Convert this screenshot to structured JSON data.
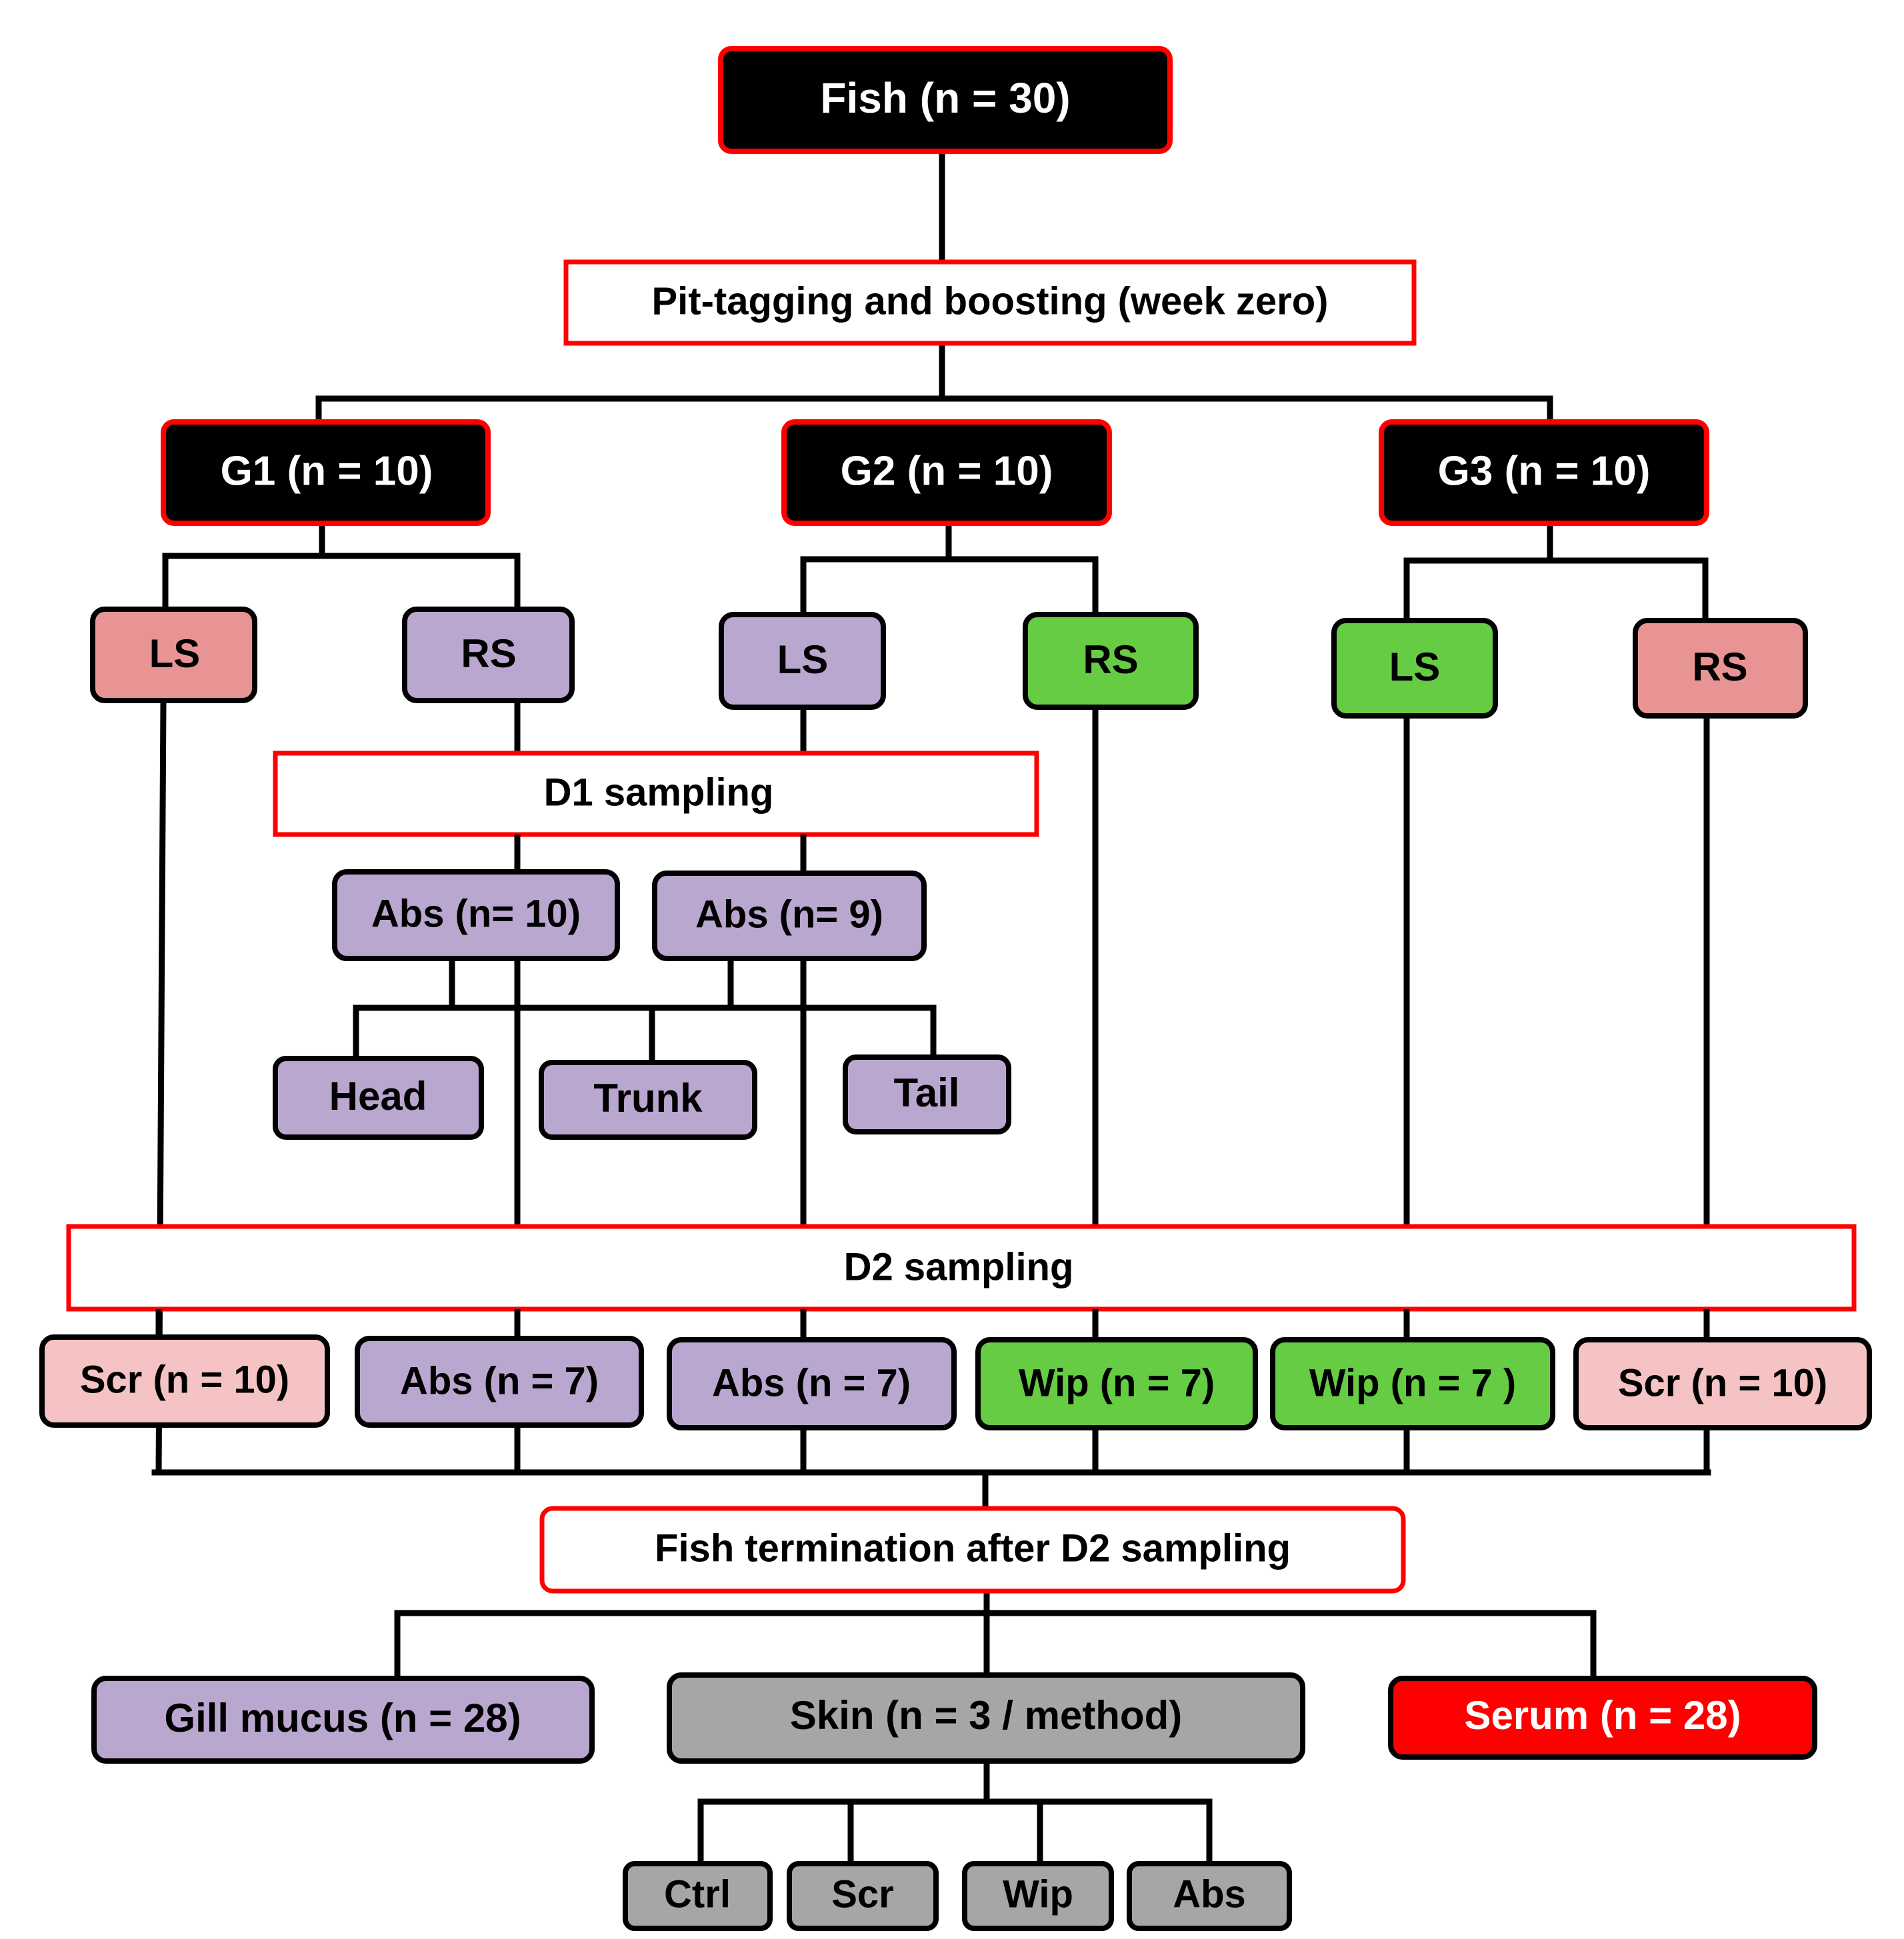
{
  "colors": {
    "black_fill": "#000000",
    "red_border": "#ff0000",
    "salmon": "#e99494",
    "lavender": "#b9a7cf",
    "green": "#66cc44",
    "light_pink": "#f5c3c3",
    "gray": "#a6a6a6",
    "serum_red": "#ff0000",
    "white": "#ffffff",
    "line": "#000000"
  },
  "nodes": {
    "fish": "Fish (n = 30)",
    "pit": "Pit-tagging and boosting (week zero)",
    "g1": "G1 (n = 10)",
    "g2": "G2 (n = 10)",
    "g3": "G3 (n = 10)",
    "g1_ls": "LS",
    "g1_rs": "RS",
    "g2_ls": "LS",
    "g2_rs": "RS",
    "g3_ls": "LS",
    "g3_rs": "RS",
    "d1": "D1 sampling",
    "abs10": "Abs (n= 10)",
    "abs9": "Abs (n= 9)",
    "head": "Head",
    "trunk": "Trunk",
    "tail": "Tail",
    "d2": "D2 sampling",
    "scr10a": "Scr (n = 10)",
    "abs7a": "Abs (n = 7)",
    "abs7b": "Abs (n = 7)",
    "wip7a": "Wip (n = 7)",
    "wip7b": "Wip (n = 7 )",
    "scr10b": "Scr (n = 10)",
    "term": "Fish termination after D2 sampling",
    "gill": "Gill mucus (n = 28)",
    "skin": "Skin (n = 3 / method)",
    "serum": "Serum (n = 28)",
    "ctrl": "Ctrl",
    "scr": "Scr",
    "wip": "Wip",
    "abs": "Abs"
  }
}
